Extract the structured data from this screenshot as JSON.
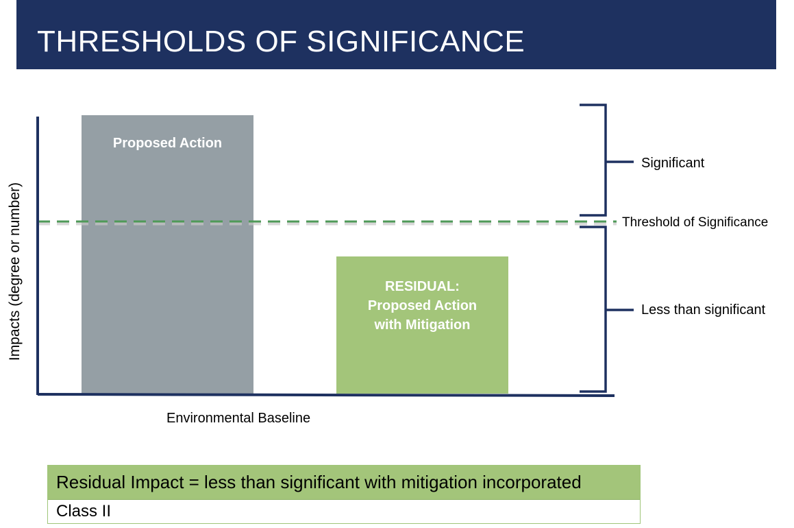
{
  "header": {
    "title": "THRESHOLDS OF SIGNIFICANCE"
  },
  "diagram": {
    "y_axis_label": "Impacts (degree or number)",
    "x_axis_label": "Environmental Baseline",
    "bars": [
      {
        "name": "proposed-action",
        "label_lines": [
          "Proposed Action"
        ],
        "color": "#959fa5"
      },
      {
        "name": "residual",
        "label_lines": [
          "RESIDUAL:",
          "Proposed Action",
          "with Mitigation"
        ],
        "color": "#a3c57a"
      }
    ],
    "threshold": {
      "label": "Threshold of Significance",
      "color": "#4f9a58"
    },
    "brackets": {
      "upper_label": "Significant",
      "lower_label": "Less than significant",
      "color": "#1e3160"
    }
  },
  "summary": {
    "header": "Residual Impact = less than significant with mitigation incorporated",
    "row": "Class II"
  },
  "colors": {
    "title_bar": "#1e3160",
    "axis": "#1e3160"
  }
}
